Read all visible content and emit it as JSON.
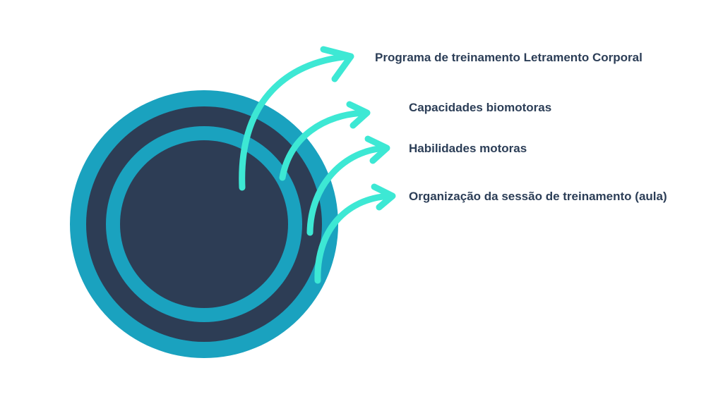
{
  "colors": {
    "outer_ring": "#1aa2bf",
    "dark_fill": "#2d3d55",
    "arrow": "#3de8d4",
    "text": "#2c3e57",
    "background": "#ffffff"
  },
  "labels": [
    "Programa de treinamento Letramento Corporal",
    "Capacidades biomotoras",
    "Habilidades motoras",
    "Organização da sessão de treinamento (aula)"
  ]
}
